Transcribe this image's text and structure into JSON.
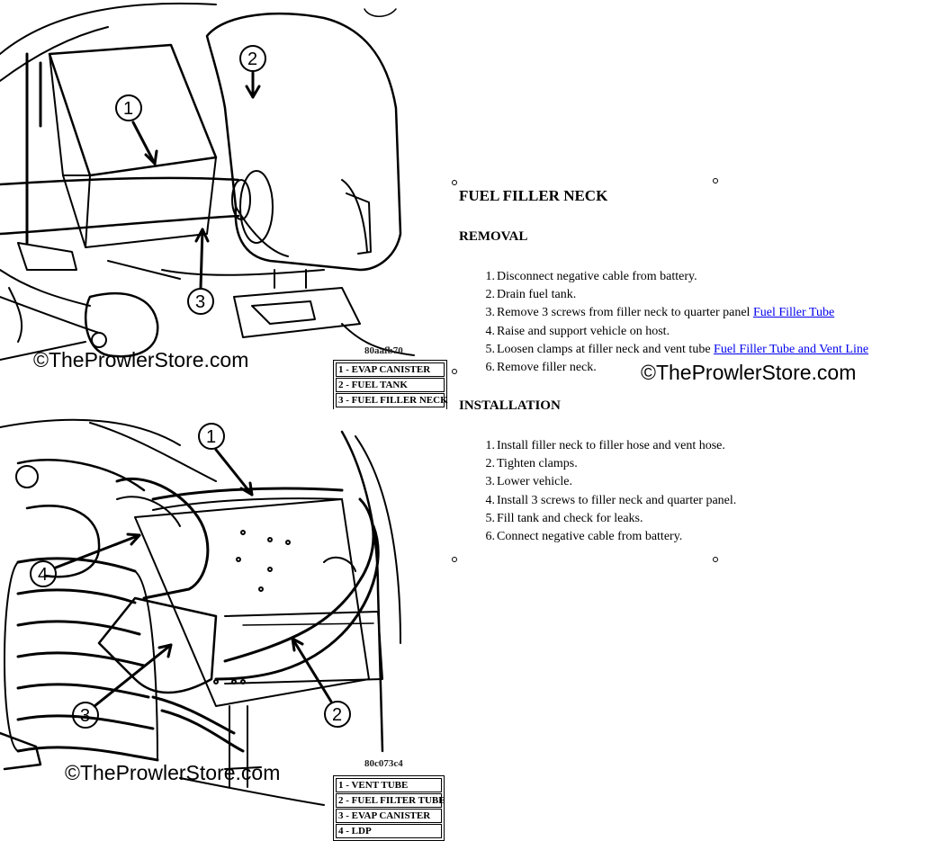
{
  "document": {
    "title": "FUEL FILLER NECK",
    "removal": {
      "heading": "REMOVAL",
      "steps": [
        {
          "num": "1.",
          "text": "Disconnect negative cable from battery."
        },
        {
          "num": "2.",
          "text": "Drain fuel tank."
        },
        {
          "num": "3.",
          "text": "Remove 3 screws from filler neck to quarter panel ",
          "link": "Fuel Filler Tube"
        },
        {
          "num": "4.",
          "text": "Raise and support vehicle on host."
        },
        {
          "num": "5.",
          "text": "Loosen clamps at filler neck and vent tube ",
          "link": "Fuel Filler Tube and Vent Line"
        },
        {
          "num": "6.",
          "text": "Remove filler neck."
        }
      ]
    },
    "installation": {
      "heading": "INSTALLATION",
      "steps": [
        {
          "num": "1.",
          "text": "Install filler neck to filler hose and vent hose."
        },
        {
          "num": "2.",
          "text": "Tighten clamps."
        },
        {
          "num": "3.",
          "text": "Lower vehicle."
        },
        {
          "num": "4.",
          "text": "Install 3 screws to filler neck and quarter panel."
        },
        {
          "num": "5.",
          "text": "Fill tank and check for leaks."
        },
        {
          "num": "6.",
          "text": "Connect negative cable from battery."
        }
      ]
    }
  },
  "watermark": "©TheProwlerStore.com",
  "diagrams": {
    "top": {
      "figure_id": "80aafb70",
      "callouts": [
        "1",
        "2",
        "3"
      ],
      "legend": [
        "1 - EVAP CANISTER",
        "2 - FUEL TANK",
        "3 - FUEL FILLER NECK"
      ]
    },
    "bottom": {
      "figure_id": "80c073c4",
      "callouts": [
        "1",
        "2",
        "3",
        "4"
      ],
      "legend": [
        "1 - VENT TUBE",
        "2 - FUEL FILTER TUBE",
        "3 - EVAP CANISTER",
        "4 - LDP"
      ]
    }
  }
}
